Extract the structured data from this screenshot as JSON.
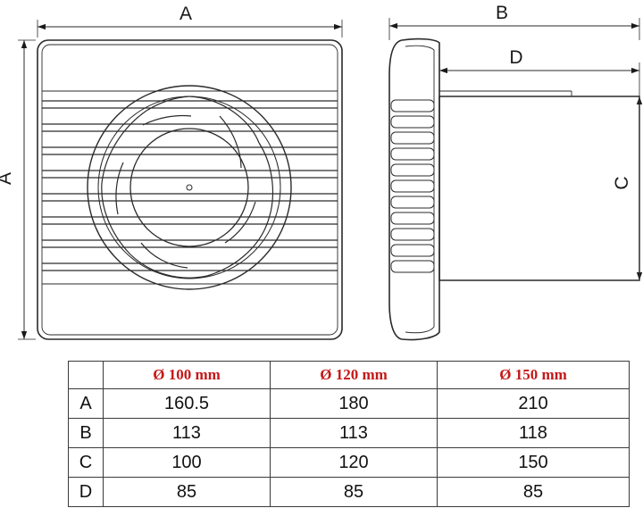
{
  "diagram": {
    "front_view": {
      "width_label": "A",
      "height_label": "A"
    },
    "side_view": {
      "depth_label": "B",
      "body_depth_label": "D",
      "body_height_label": "C"
    }
  },
  "table": {
    "headers": [
      "",
      "Ø 100 mm",
      "Ø 120 mm",
      "Ø 150 mm"
    ],
    "rows": [
      {
        "label": "A",
        "values": [
          "160.5",
          "180",
          "210"
        ]
      },
      {
        "label": "B",
        "values": [
          "113",
          "113",
          "118"
        ]
      },
      {
        "label": "C",
        "values": [
          "100",
          "120",
          "150"
        ]
      },
      {
        "label": "D",
        "values": [
          "85",
          "85",
          "85"
        ]
      }
    ],
    "header_color": "#c41818"
  }
}
